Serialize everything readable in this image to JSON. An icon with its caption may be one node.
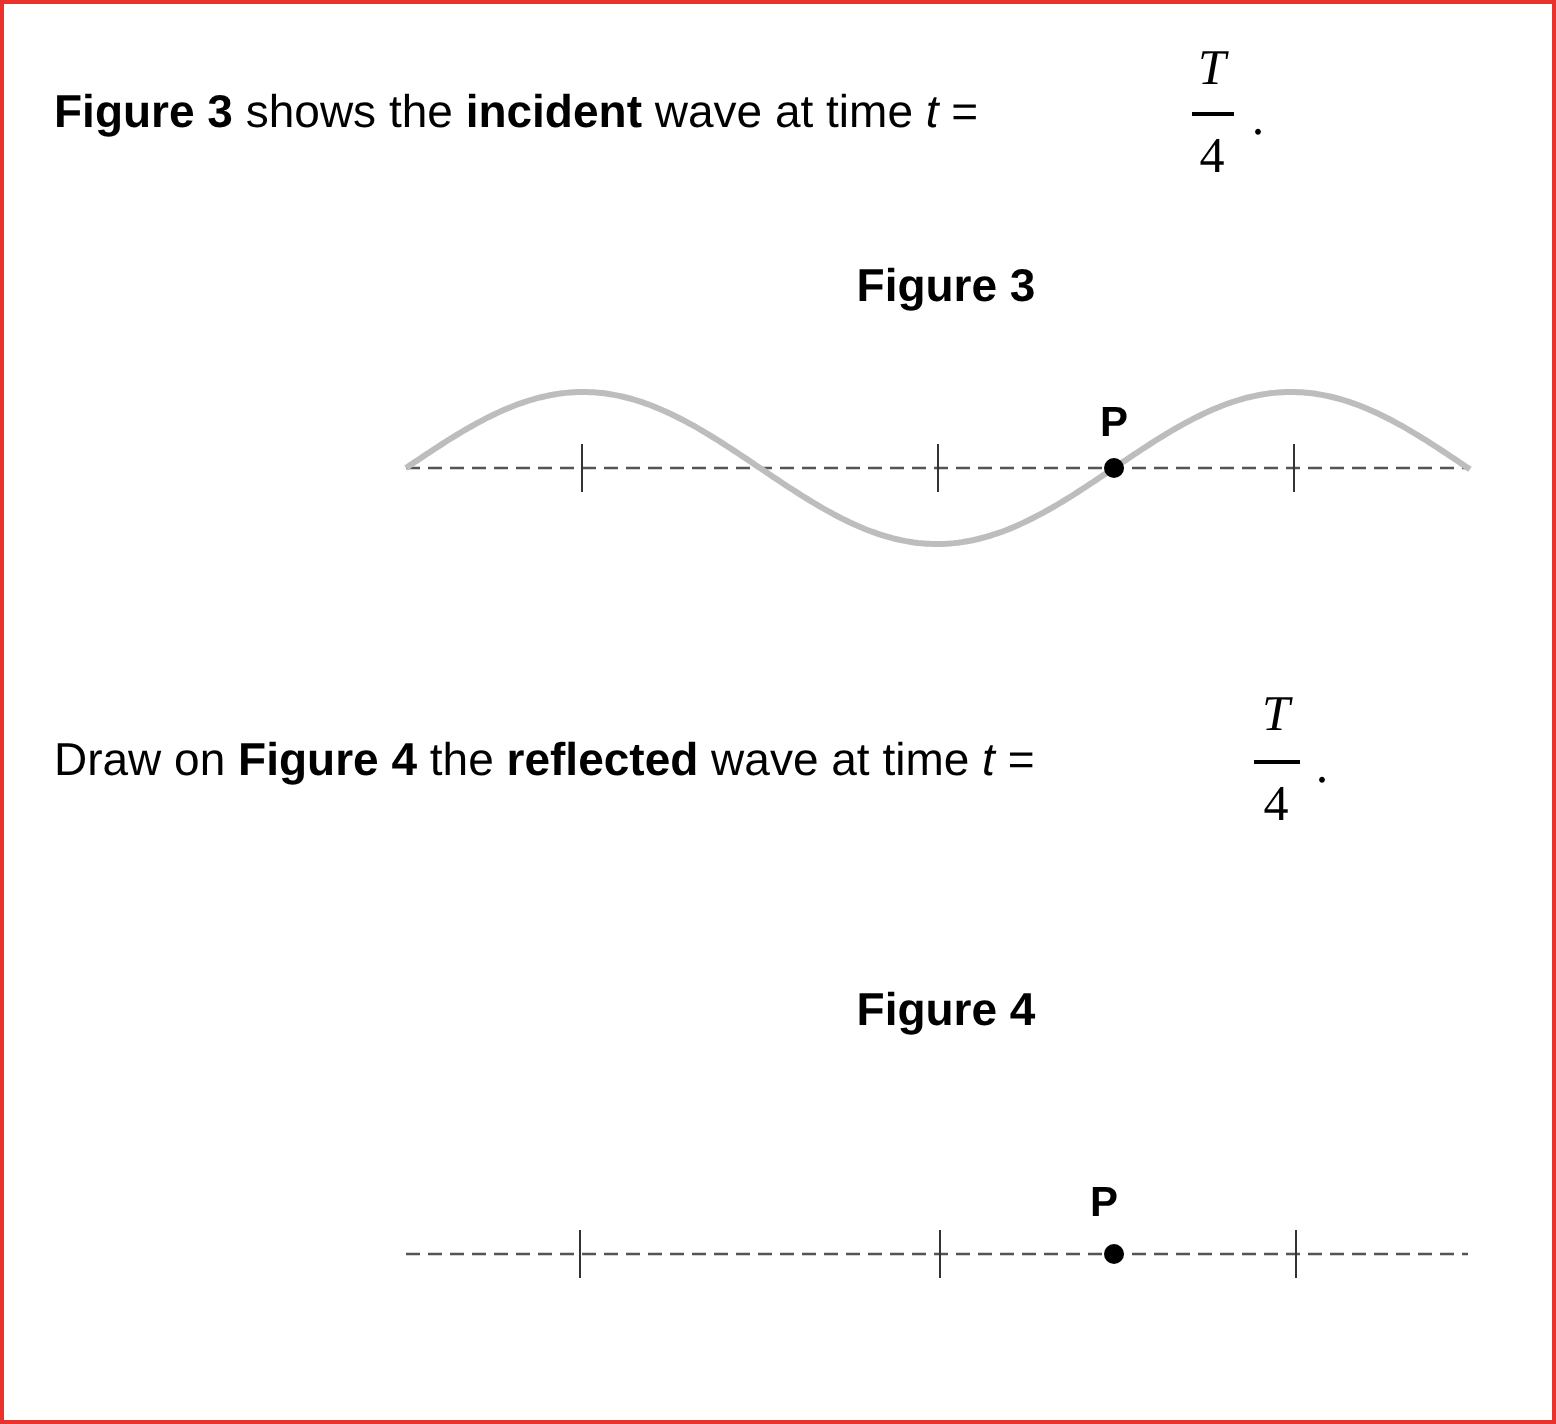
{
  "diagram": {
    "labels": [
      "**Figure 3** shows the **incident** wave at time *t* =",
      "T",
      "4",
      ".",
      "Figure 3",
      "P",
      "Draw on **Figure 4** the **reflected** wave at time *t* =",
      "T",
      "4",
      ".",
      "Figure 4",
      "P"
    ]
  }
}
